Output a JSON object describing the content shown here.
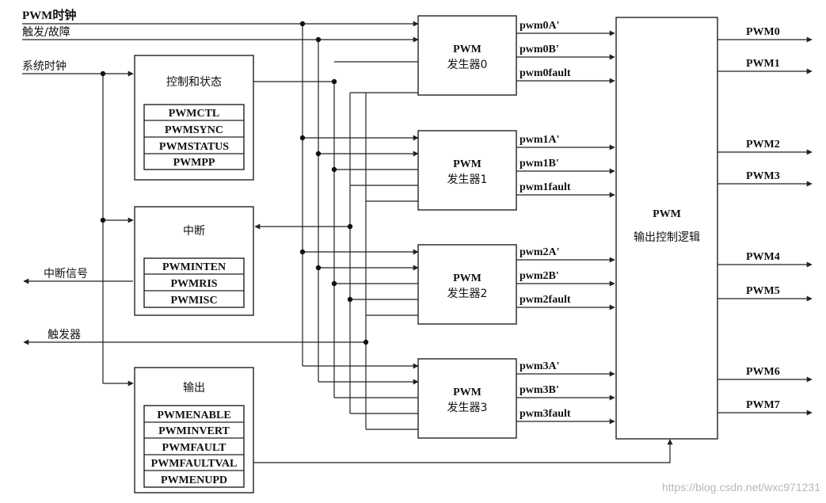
{
  "inputs": {
    "pwm_clock": "PWM时钟",
    "trigger_fault": "触发/故障",
    "system_clock": "系统时钟"
  },
  "side_outputs": {
    "interrupt_signal": "中断信号",
    "trigger": "触发器"
  },
  "control": {
    "title": "控制和状态",
    "registers": [
      "PWMCTL",
      "PWMSYNC",
      "PWMSTATUS",
      "PWMPP"
    ]
  },
  "interrupt": {
    "title": "中断",
    "registers": [
      "PWMINTEN",
      "PWMRIS",
      "PWMISC"
    ]
  },
  "output": {
    "title": "输出",
    "registers": [
      "PWMENABLE",
      "PWMINVERT",
      "PWMFAULT",
      "PWMFAULTVAL",
      "PWMENUPD"
    ]
  },
  "generators": [
    {
      "line1": "PWM",
      "line2": "发生器0",
      "sigA": "pwm0A'",
      "sigB": "pwm0B'",
      "fault": "pwm0fault"
    },
    {
      "line1": "PWM",
      "line2": "发生器1",
      "sigA": "pwm1A'",
      "sigB": "pwm1B'",
      "fault": "pwm1fault"
    },
    {
      "line1": "PWM",
      "line2": "发生器2",
      "sigA": "pwm2A'",
      "sigB": "pwm2B'",
      "fault": "pwm2fault"
    },
    {
      "line1": "PWM",
      "line2": "发生器3",
      "sigA": "pwm3A'",
      "sigB": "pwm3B'",
      "fault": "pwm3fault"
    }
  ],
  "output_logic": {
    "line1": "PWM",
    "line2": "输出控制逻辑"
  },
  "pwm_outputs": [
    "PWM0",
    "PWM1",
    "PWM2",
    "PWM3",
    "PWM4",
    "PWM5",
    "PWM6",
    "PWM7"
  ],
  "watermark": "https://blog.csdn.net/wxc971231"
}
